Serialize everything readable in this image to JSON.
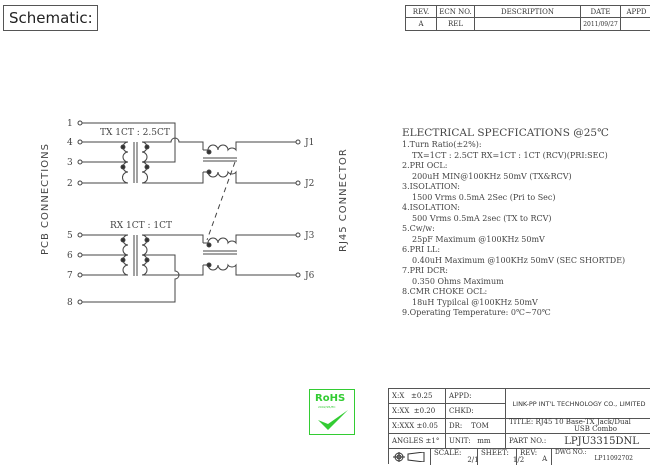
{
  "header": {
    "title": "Schematic:"
  },
  "revision_table": {
    "headers": [
      "REV.",
      "ECN NO.",
      "DESCRIPTION",
      "DATE",
      "APPD"
    ],
    "row": [
      "A",
      "REL",
      "",
      "2011/09/27",
      ""
    ]
  },
  "schematic": {
    "left_label": "PCB CONNECTIONS",
    "right_label": "RJ45 CONNECTOR",
    "tx_label": "TX 1CT : 2.5CT",
    "rx_label": "RX 1CT : 1CT",
    "pins_left": [
      "1",
      "4",
      "3",
      "2",
      "5",
      "6",
      "7",
      "8"
    ],
    "pins_right": [
      "J1",
      "J2",
      "J3",
      "J6"
    ]
  },
  "specs": {
    "title": "ELECTRICAL SPECFICATIONS @25℃",
    "lines": [
      {
        "text": "1.Turn Ratio(±2%):",
        "indent": false
      },
      {
        "text": "TX=1CT : 2.5CT    RX=1CT : 1CT (RCV)(PRI:SEC)",
        "indent": true
      },
      {
        "text": "2.PRI OCL:",
        "indent": false
      },
      {
        "text": "200uH MIN@100KHz 50mV (TX&RCV)",
        "indent": true
      },
      {
        "text": "3.ISOLATION:",
        "indent": false
      },
      {
        "text": "1500 Vrms 0.5mA 2Sec (Pri to Sec)",
        "indent": true
      },
      {
        "text": "4.ISOLATION:",
        "indent": false
      },
      {
        "text": "500 Vrms 0.5mA 2sec (TX to RCV)",
        "indent": true
      },
      {
        "text": "5.Cw/w:",
        "indent": false
      },
      {
        "text": "25pF Maximum @100KHz 50mV",
        "indent": true
      },
      {
        "text": "6.PRI LL:",
        "indent": false
      },
      {
        "text": "0.40uH Maximum @100KHz 50mV (SEC SHORTDE)",
        "indent": true
      },
      {
        "text": "7.PRI DCR:",
        "indent": false
      },
      {
        "text": "0.350 Ohms Maximum",
        "indent": true
      },
      {
        "text": "8.CMR CHOKE OCL:",
        "indent": false
      },
      {
        "text": "18uH Typilcal @100KHz 50mV",
        "indent": true
      },
      {
        "text": "9.Operating Temperature: 0℃~70℃",
        "indent": false
      }
    ]
  },
  "rohs": {
    "label": "RoHS",
    "sub": "2002/95/EC",
    "color": "#33cc33"
  },
  "title_block": {
    "tol_x": "X:X",
    "tol_x_val": "±0.25",
    "tol_xx": "X:XX",
    "tol_xx_val": "±0.20",
    "tol_xxx": "X:XXX",
    "tol_xxx_val": "±0.05",
    "angles": "ANGLES ±1°",
    "appd": "APPD:",
    "chkd": "CHKD:",
    "dr": "DR:",
    "dr_val": "TOM",
    "unit": "UNIT:",
    "unit_val": "mm",
    "company": "LINK-PP INT'L TECHNOLOGY CO., LIMITED",
    "title_label": "TITLE:",
    "title_line1": "RJ45 10 Base-TX Jack/Dual",
    "title_line2": "USB Combo",
    "part_label": "PART NO.:",
    "part_val": "LPJU3315DNL",
    "scale": "SCALE:",
    "scale_val": "2/1",
    "sheet": "SHEET:",
    "sheet_val": "1/2",
    "rev": "REV:",
    "rev_val": "A",
    "dwg": "DWG NO.:",
    "dwg_val": "LP11092702"
  }
}
